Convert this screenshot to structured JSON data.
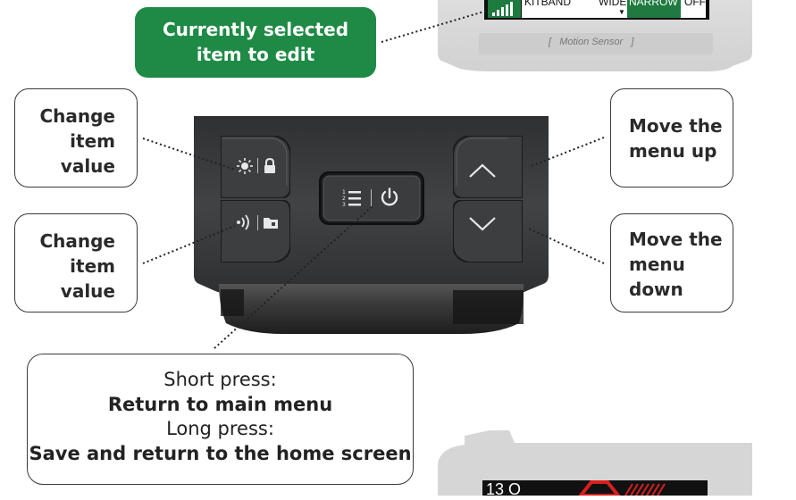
{
  "callouts": {
    "selected_item": {
      "line1": "Currently selected",
      "line2": "item to edit"
    },
    "change_value_top": {
      "line1": "Change",
      "line2": "item",
      "line3": "value"
    },
    "change_value_bottom": {
      "line1": "Change",
      "line2": "item",
      "line3": "value"
    },
    "move_up": {
      "line1": "Move the",
      "line2": "menu up"
    },
    "move_down": {
      "line1": "Move the",
      "line2": "menu",
      "line3": "down"
    },
    "menu_button": {
      "short_label": "Short press:",
      "short_action": "Return to main menu",
      "long_label": "Long press:",
      "long_action": "Save and return to the home screen"
    }
  },
  "device_top": {
    "screen_items": [
      "KITBAND",
      "WIDE",
      "NARROW",
      "OFF"
    ],
    "selected_item": "NARROW",
    "status_text": "[   Motion Sensor   ]"
  },
  "device_bottom": {
    "screen_text": "13 O"
  },
  "icons": {
    "brightness": "sun-icon",
    "lock": "lock-icon",
    "sound": "sound-waves-icon",
    "folder": "folder-icon",
    "menu": "numbered-list-icon",
    "power": "power-icon",
    "up": "chevron-up-icon",
    "down": "chevron-down-icon"
  },
  "colors": {
    "accent_green": "#1e8a45",
    "remote_body": "#3b3d3f",
    "border": "#3a3a3a"
  }
}
